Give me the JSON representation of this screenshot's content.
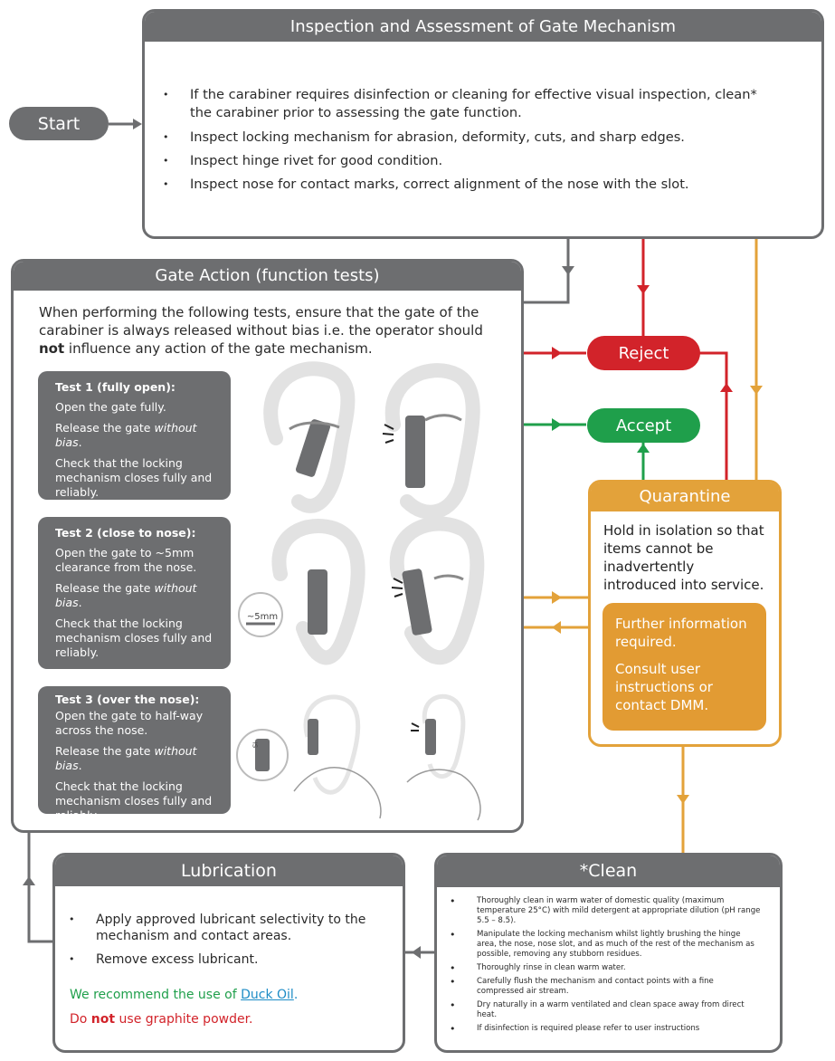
{
  "colors": {
    "grey": "#6d6e70",
    "reject": "#d2232a",
    "accept": "#1f9f4b",
    "quarantine": "#e3a23a",
    "quarantine_dark": "#e29b33",
    "link": "#1d8cc6"
  },
  "start": {
    "label": "Start"
  },
  "inspection": {
    "title": "Inspection and Assessment of Gate Mechanism",
    "items": [
      "If the carabiner requires disinfection or cleaning for effective visual inspection, clean* the carabiner prior to assessing the gate function.",
      "Inspect locking mechanism for abrasion, deformity, cuts, and sharp edges.",
      "Inspect hinge rivet for good condition.",
      "Inspect nose for contact marks, correct alignment of the nose with the slot."
    ]
  },
  "gate_action": {
    "title": "Gate Action (function tests)",
    "intro_pre": "When performing the following tests, ensure that the gate of the carabiner is always released without bias i.e. the operator should ",
    "intro_bold": "not",
    "intro_post": " influence any action of the gate mechanism.",
    "tests": [
      {
        "title": "Test 1 (fully open):",
        "step1": "Open the gate fully.",
        "release_pre": "Release the gate ",
        "release_em": "without bias",
        "release_post": ".",
        "check": "Check that the locking mechanism closes fully and reliably."
      },
      {
        "title": "Test 2 (close to nose):",
        "step1": "Open the gate to ~5mm clearance from the nose.",
        "release_pre": "Release the gate ",
        "release_em": "without bias",
        "release_post": ".",
        "check": "Check that the locking mechanism closes fully and reliably."
      },
      {
        "title": "Test 3 (over the nose):",
        "step1": "Open the gate to half-way across the nose.",
        "release_pre": "Release the gate ",
        "release_em": "without bias",
        "release_post": ".",
        "check": "Check that the locking mechanism closes fully and reliably."
      }
    ],
    "gap_label": "~5mm",
    "nose_mark": "IS"
  },
  "reject": {
    "label": "Reject"
  },
  "accept": {
    "label": "Accept"
  },
  "quarantine": {
    "title": "Quarantine",
    "text": "Hold in isolation so that items cannot be inadvertently introduced into service.",
    "further": "Further information required.",
    "consult": "Consult user instructions or contact DMM."
  },
  "lubrication": {
    "title": "Lubrication",
    "items": [
      "Apply approved lubricant selectivity to the mechanism and contact areas.",
      "Remove excess lubricant."
    ],
    "recommend_pre": "We recommend the use of ",
    "recommend_link": "Duck Oil",
    "recommend_post": ".",
    "warn_pre": "Do ",
    "warn_bold": "not",
    "warn_post": " use graphite powder."
  },
  "clean": {
    "title": "*Clean",
    "items": [
      "Thoroughly clean in warm water of domestic quality (maximum temperature 25°C) with mild detergent at appropriate dilution (pH range 5.5 – 8.5).",
      "Manipulate the locking mechanism whilst lightly brushing the hinge area, the nose, nose slot, and as much of the rest of the mechanism as possible, removing any stubborn residues.",
      "Thoroughly rinse in clean warm water.",
      "Carefully flush the mechanism and contact points with a fine compressed air stream.",
      "Dry naturally in a warm ventilated and clean space away from direct heat.",
      "If disinfection is required please refer to user instructions"
    ]
  }
}
